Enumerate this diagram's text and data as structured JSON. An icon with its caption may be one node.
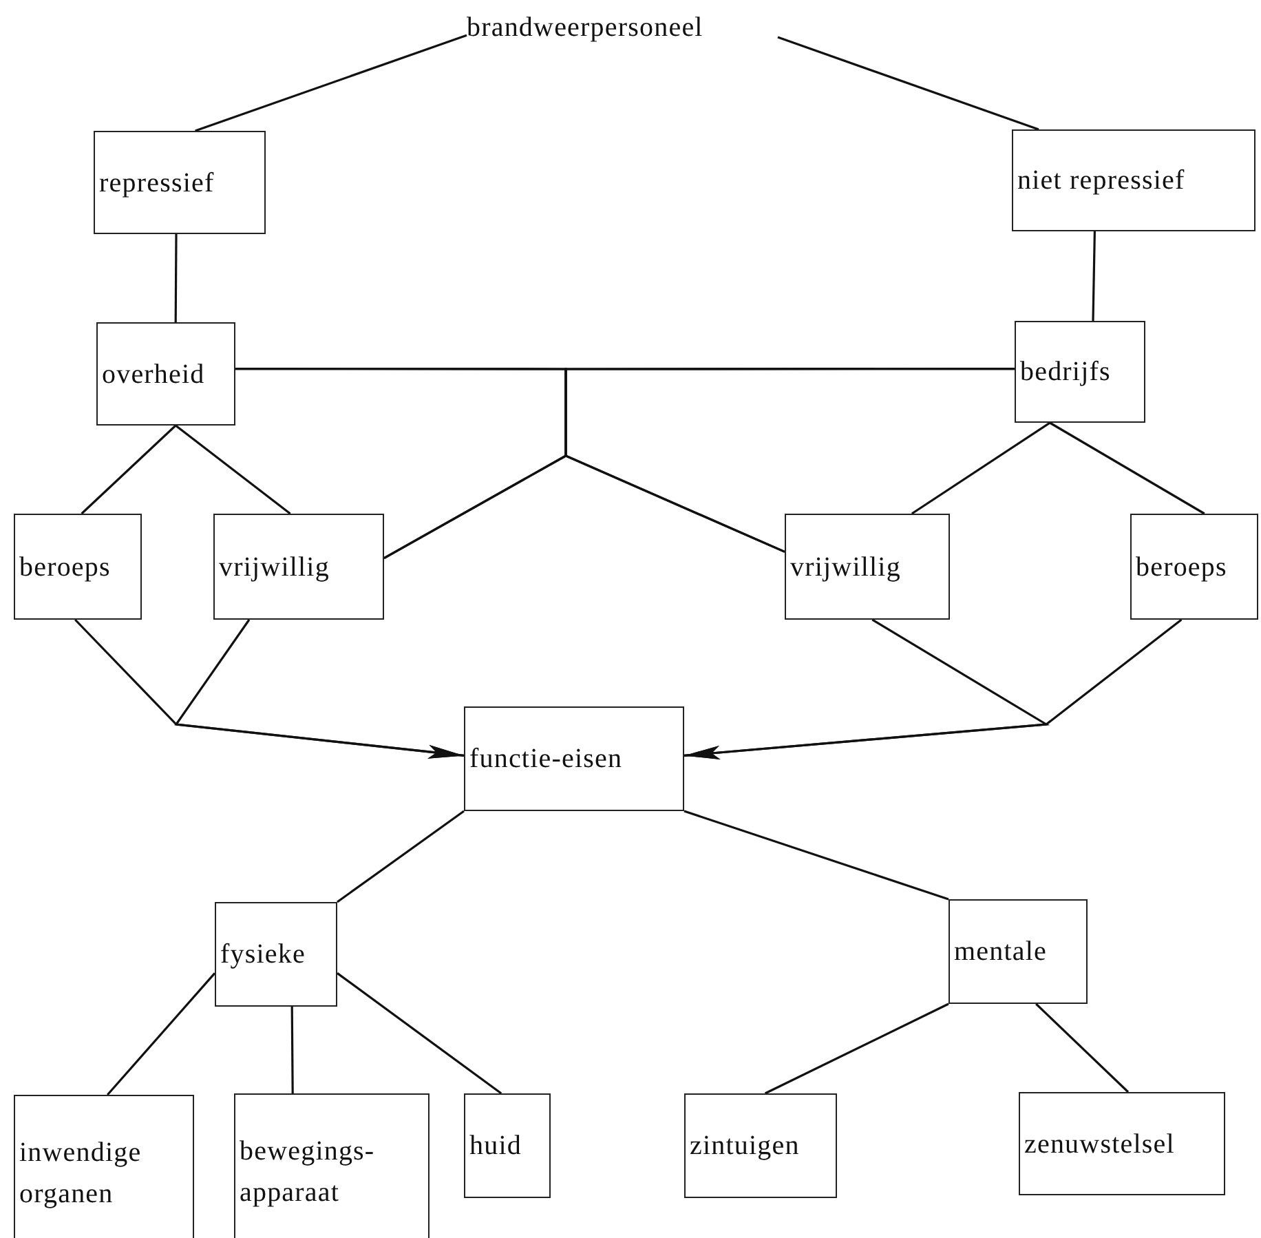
{
  "diagram": {
    "nodes": [
      {
        "text": [
          "brandweerpersoneel"
        ]
      },
      {
        "text": [
          "repressief"
        ]
      },
      {
        "text": [
          "niet repressief"
        ]
      },
      {
        "text": [
          "overheid"
        ]
      },
      {
        "text": [
          "bedrijfs"
        ]
      },
      {
        "text": [
          "beroeps"
        ]
      },
      {
        "text": [
          "vrijwillig"
        ]
      },
      {
        "text": [
          "vrijwillig"
        ]
      },
      {
        "text": [
          "beroeps"
        ]
      },
      {
        "text": [
          "functie-eisen"
        ]
      },
      {
        "text": [
          "fysieke"
        ]
      },
      {
        "text": [
          "mentale"
        ]
      },
      {
        "text": [
          "inwendige organen"
        ]
      },
      {
        "text": [
          "bewegings- apparaat"
        ]
      },
      {
        "text": [
          "huid"
        ]
      },
      {
        "text": [
          "zintuigen"
        ]
      },
      {
        "text": [
          "zenuwstelsel"
        ]
      }
    ],
    "edges": [
      {
        "from": 0,
        "to": 1,
        "arrow": "none"
      },
      {
        "from": 0,
        "to": 2,
        "arrow": "none"
      },
      {
        "from": 1,
        "to": 3,
        "arrow": "none"
      },
      {
        "from": 2,
        "to": 4,
        "arrow": "none"
      },
      {
        "from": 3,
        "to": 5,
        "arrow": "none"
      },
      {
        "from": 3,
        "to": 6,
        "arrow": "none"
      },
      {
        "from": 4,
        "to": 7,
        "arrow": "none"
      },
      {
        "from": 4,
        "to": 8,
        "arrow": "none"
      },
      {
        "from": 3,
        "to": 6,
        "arrow": "none"
      },
      {
        "from": 3,
        "to": 7,
        "arrow": "none"
      },
      {
        "from": 4,
        "to": 6,
        "arrow": "none"
      },
      {
        "from": 4,
        "to": 7,
        "arrow": "none"
      },
      {
        "from": 5,
        "to": 9,
        "arrow": "to"
      },
      {
        "from": 6,
        "to": 9,
        "arrow": "to"
      },
      {
        "from": 7,
        "to": 9,
        "arrow": "to"
      },
      {
        "from": 8,
        "to": 9,
        "arrow": "to"
      },
      {
        "from": 9,
        "to": 10,
        "arrow": "none"
      },
      {
        "from": 9,
        "to": 11,
        "arrow": "none"
      },
      {
        "from": 10,
        "to": 12,
        "arrow": "none"
      },
      {
        "from": 10,
        "to": 13,
        "arrow": "none"
      },
      {
        "from": 10,
        "to": 14,
        "arrow": "none"
      },
      {
        "from": 11,
        "to": 15,
        "arrow": "none"
      },
      {
        "from": 11,
        "to": 16,
        "arrow": "none"
      }
    ]
  }
}
